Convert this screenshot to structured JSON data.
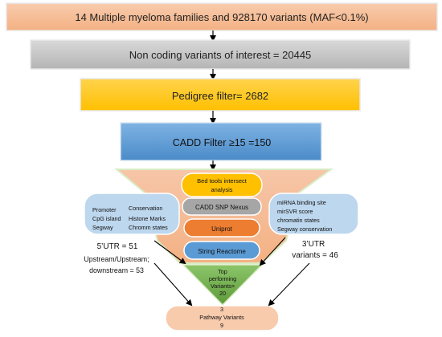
{
  "stages": {
    "s1": "14 Multiple myeloma families and 928170 variants (MAF<0.1%)",
    "s2": "Non coding variants of interest = 20445",
    "s3": "Pedigree filter= 2682",
    "s4": "CADD Filter ≥15 =150"
  },
  "tools": {
    "t1_line1": "Bed tools intersect",
    "t1_line2": "analysis",
    "t2": "CADD  SNP Nexus",
    "t3": "Uniprot",
    "t4": "String  Reactome"
  },
  "left_panel": {
    "row1_left": "Promoter",
    "row1_right": "Conservation",
    "row2_left": "CpG island",
    "row2_right": "Histone Marks",
    "row3_left": "Segway",
    "row3_right": "Chromm states"
  },
  "right_panel": {
    "line1": "miRNA binding site",
    "line2": "mirSVR score",
    "line3": "chromatin states",
    "line4": "Segway  conservation"
  },
  "annotations": {
    "utr5": "5’UTR = 51",
    "upstream_line1": "Upstream/Upstream;",
    "upstream_line2": "downstream = 53",
    "utr3_line1": "3’UTR",
    "utr3_line2": "variants = 46"
  },
  "top": {
    "line1": "Top",
    "line2": "performing",
    "line3": "Variants=",
    "line4": "20"
  },
  "pathway": {
    "line1": "3",
    "line2": "Pathway Variants",
    "line3": "9"
  },
  "colors": {
    "salmon": "#f4b183",
    "gray": "#bfbfbf",
    "gold": "#ffc000",
    "blue": "#5b9bd5",
    "yellow": "#ffc000",
    "orange": "#ed7d31",
    "lightblue": "#bdd7ee",
    "green": "#70ad47"
  }
}
